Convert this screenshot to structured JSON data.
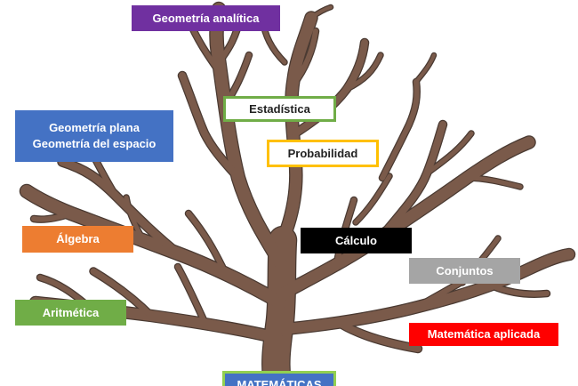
{
  "labels": {
    "geometria_analitica": "Geometría analítica",
    "estadistica": "Estadística",
    "geometria_plana": "Geometría plana",
    "geometria_espacio": "Geometría del espacio",
    "probabilidad": "Probabilidad",
    "algebra": "Álgebra",
    "calculo": "Cálculo",
    "conjuntos": "Conjuntos",
    "aritmetica": "Aritmética",
    "matematica_aplicada": "Matemática aplicada",
    "matematicas": "MATEMÁTICAS"
  },
  "colors": {
    "branch": "#7a5a4a",
    "branch_outline": "#4a3a32",
    "purple": "#7030a0",
    "blue": "#4472c4",
    "orange": "#ed7d31",
    "green": "#70ad47",
    "gold": "#ffc000",
    "gray": "#a5a5a5",
    "red": "#ff0000",
    "black": "#000000"
  }
}
